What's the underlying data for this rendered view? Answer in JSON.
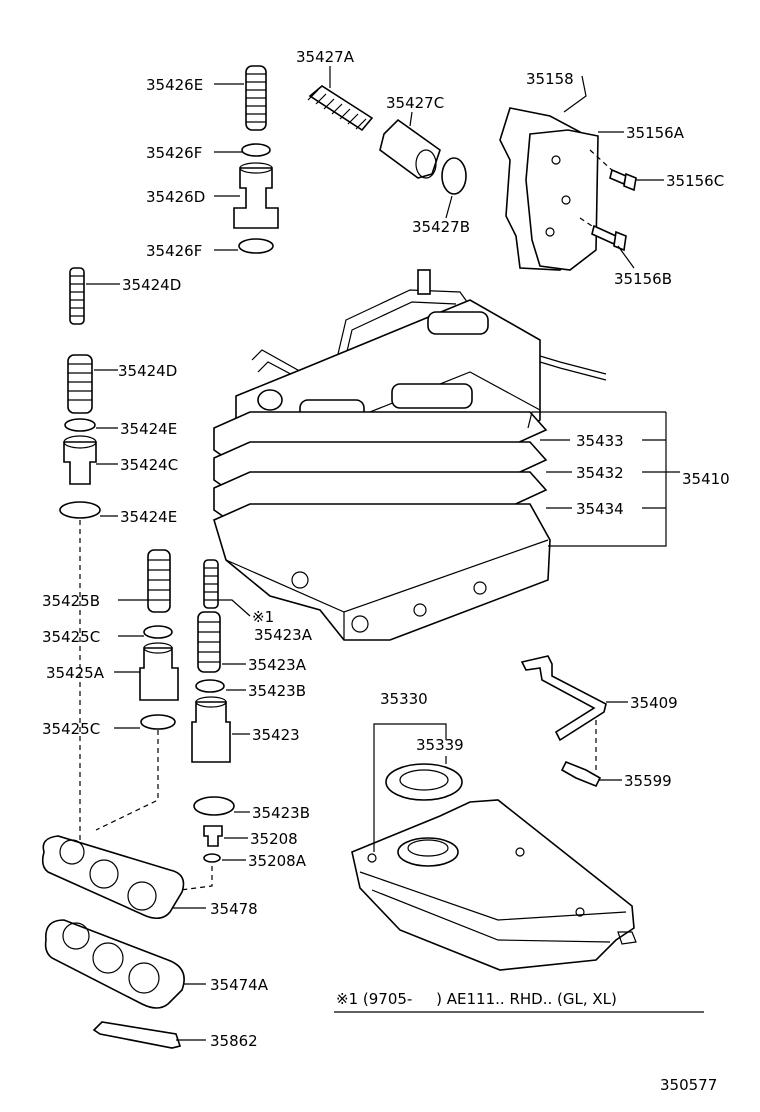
{
  "labels": {
    "p35427A": "35427A",
    "p35427C": "35427C",
    "p35427B": "35427B",
    "p35158": "35158",
    "p35156A": "35156A",
    "p35156C": "35156C",
    "p35156B": "35156B",
    "p35426E": "35426E",
    "p35426F_top": "35426F",
    "p35426D": "35426D",
    "p35426F_bot": "35426F",
    "p35424D_a": "35424D",
    "p35424D_b": "35424D",
    "p35424E_a": "35424E",
    "p35424C": "35424C",
    "p35424E_b": "35424E",
    "p35433": "35433",
    "p35432": "35432",
    "p35434": "35434",
    "p35410": "35410",
    "p35425B": "35425B",
    "note_mark": "※1",
    "p35423A_a": "35423A",
    "p35425C_a": "35425C",
    "p35425A": "35425A",
    "p35423A_b": "35423A",
    "p35423B_a": "35423B",
    "p35425C_b": "35425C",
    "p35423": "35423",
    "p35409": "35409",
    "p35330": "35330",
    "p35339": "35339",
    "p35599": "35599",
    "p35423B_b": "35423B",
    "p35208": "35208",
    "p35208A": "35208A",
    "p35478": "35478",
    "p35474A": "35474A",
    "p35862": "35862"
  },
  "footnote": "※1 (9705-     ) AE111.. RHD.. (GL, XL)",
  "diagram_id": "350577"
}
